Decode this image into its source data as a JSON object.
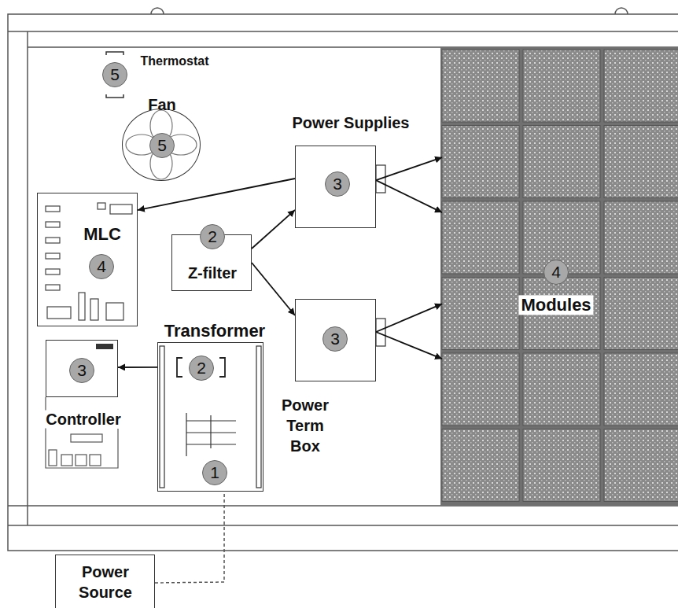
{
  "diagram": {
    "nodes": [
      {
        "text": [
          "Fan",
          "5"
        ]
      },
      {
        "text": [
          "Power Supplies",
          "3"
        ]
      },
      {
        "text": [
          "MLC",
          "4"
        ]
      },
      {
        "text": [
          "2",
          "Z-filter"
        ]
      },
      {
        "text": [
          "3"
        ]
      },
      {
        "text": [
          "4",
          "Modules"
        ]
      },
      {
        "text": [
          "3",
          "Controller"
        ]
      },
      {
        "text": [
          "Transformer",
          "2",
          "1",
          "Power Term Box"
        ]
      },
      {
        "text": [
          "Power Source"
        ]
      }
    ],
    "edges": [
      {
        "from": 3,
        "to": 1,
        "arrow": "to"
      },
      {
        "from": 3,
        "to": 4,
        "arrow": "to"
      },
      {
        "from": 1,
        "to": 2,
        "arrow": "to"
      },
      {
        "from": 1,
        "to": 5,
        "arrow": "to"
      },
      {
        "from": 1,
        "to": 5,
        "arrow": "to"
      },
      {
        "from": 4,
        "to": 5,
        "arrow": "to"
      },
      {
        "from": 4,
        "to": 5,
        "arrow": "to"
      },
      {
        "from": 7,
        "to": 6,
        "arrow": "to"
      },
      {
        "from": 8,
        "to": 7,
        "arrow": "none"
      }
    ],
    "labels": [
      "5",
      "Thermostat"
    ]
  }
}
